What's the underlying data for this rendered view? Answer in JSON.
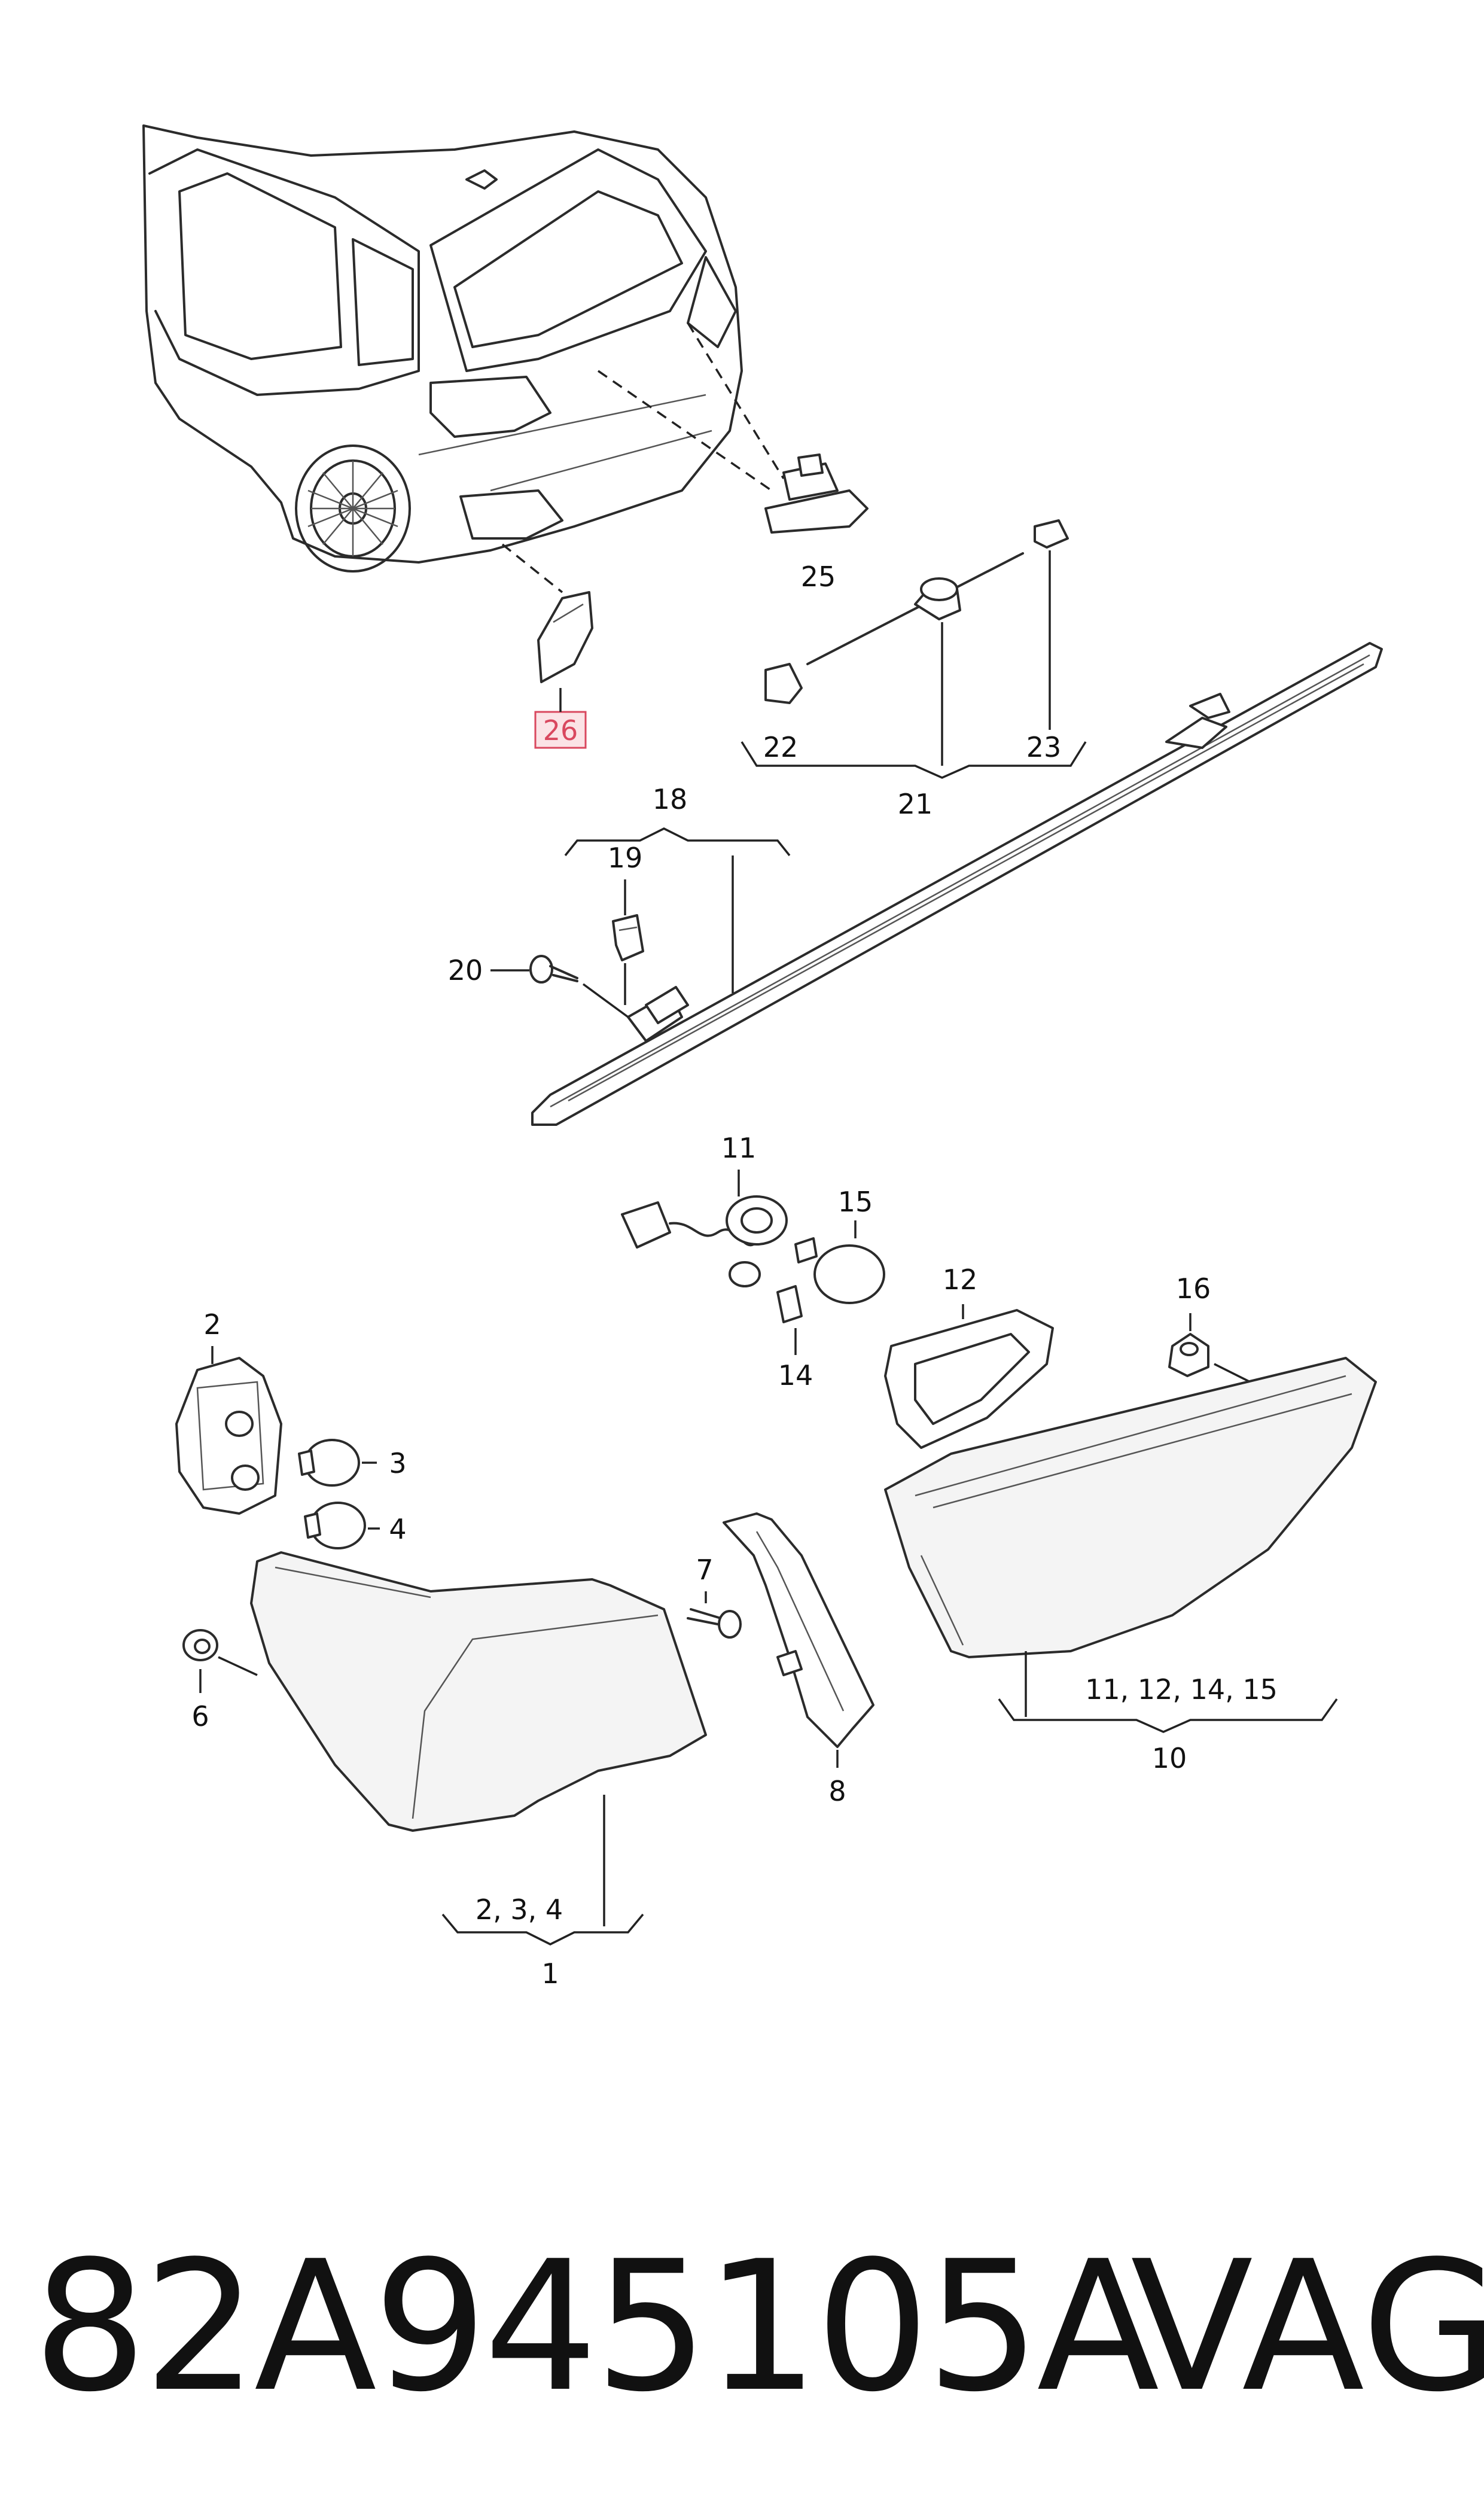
{
  "labels": {
    "l1": "1",
    "l2": "2",
    "l3": "3",
    "l4": "4",
    "l6": "6",
    "l7": "7",
    "l8": "8",
    "l10": "10",
    "l11": "11",
    "l12": "12",
    "l14": "14",
    "l15": "15",
    "l16": "16",
    "l18": "18",
    "l19": "19",
    "l20": "20",
    "l21": "21",
    "l22": "22",
    "l23": "23",
    "l25": "25",
    "l26": "26",
    "group_1": "2, 3, 4",
    "group_10": "11, 12, 14, 15"
  },
  "highlighted_part": "26",
  "footer": {
    "part_number": "82A945105A",
    "brand": "VAG"
  },
  "colors": {
    "highlight_fill": "#fbe3e6",
    "highlight_stroke": "#d9485f"
  }
}
